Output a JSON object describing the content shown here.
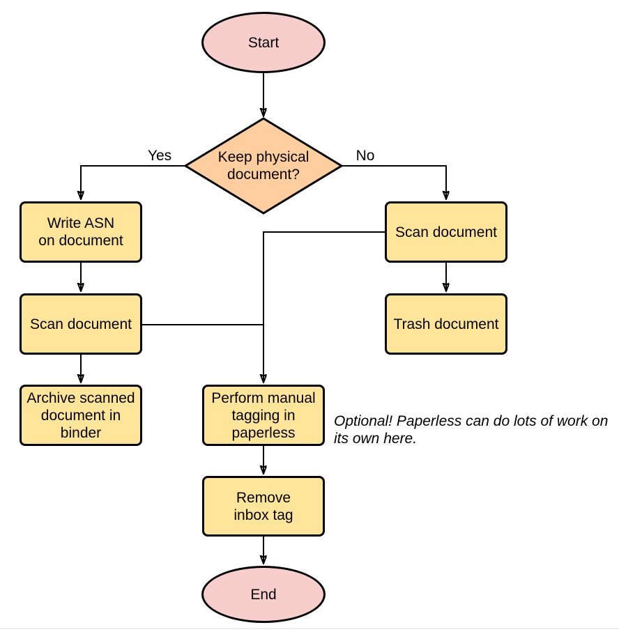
{
  "flowchart": {
    "nodes": {
      "start": "Start",
      "decision": "Keep physical\ndocument?",
      "write_asn": "Write ASN\non document",
      "scan_document_left": "Scan document",
      "archive": "Archive scanned\ndocument in\nbinder",
      "scan_document_right": "Scan document",
      "trash": "Trash document",
      "manual_tagging": "Perform manual\ntagging in\npaperless",
      "remove_inbox_tag": "Remove\ninbox tag",
      "end": "End"
    },
    "edge_labels": {
      "yes": "Yes",
      "no": "No"
    },
    "annotation": "Optional! Paperless can do lots of work on\nits own here.",
    "colors": {
      "terminal_fill": "#F8CECC",
      "decision_fill": "#FFCE9E",
      "process_fill": "#FFE599",
      "stroke": "#000000",
      "text": "#000000"
    }
  }
}
